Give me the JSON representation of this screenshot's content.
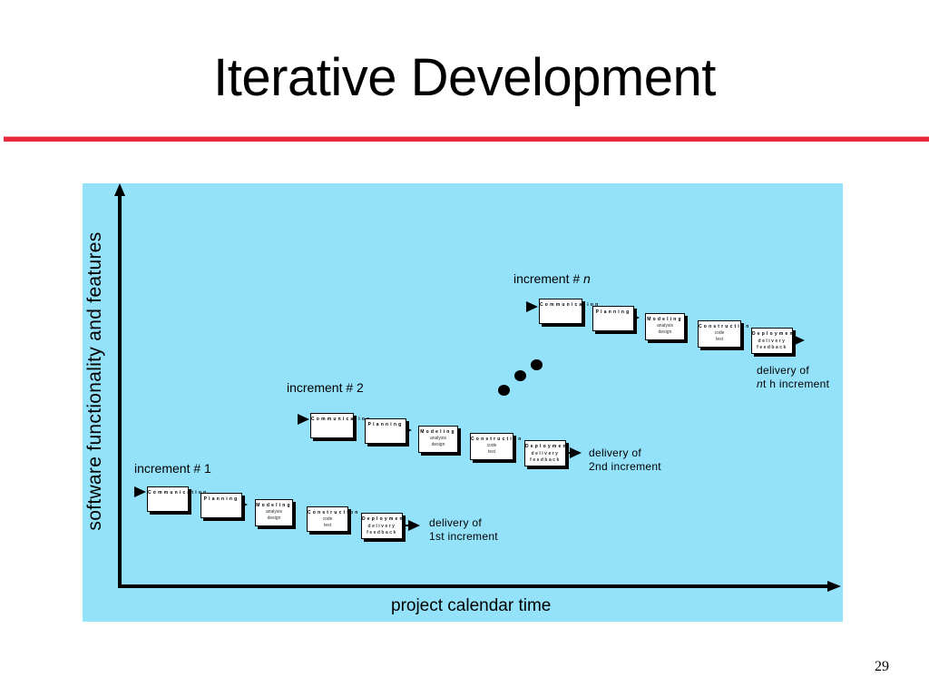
{
  "slide": {
    "title": "Iterative Development",
    "page_number": "29"
  },
  "diagram": {
    "y_axis_label": "software functionality and features",
    "x_axis_label": "project calendar time",
    "increments": [
      {
        "label_prefix": "increment # ",
        "label_suffix": "1",
        "delivery_line1": "delivery of",
        "delivery_line2": "1st  increment",
        "activities": {
          "communication": "Communication",
          "planning": "Planning",
          "modeling": "Modeling",
          "modeling_sub1": "analysis",
          "modeling_sub2": "design",
          "construction": "Construction",
          "construction_sub1": "code",
          "construction_sub2": "test",
          "deployment": "Deployment",
          "deployment_sub1": "delivery",
          "deployment_sub2": "feedback"
        }
      },
      {
        "label_prefix": "increment # ",
        "label_suffix": "2",
        "delivery_line1": "delivery of",
        "delivery_line2": "2nd increment",
        "activities": {
          "communication": "Communication",
          "planning": "Planning",
          "modeling": "Modeling",
          "modeling_sub1": "analysis",
          "modeling_sub2": "design",
          "construction": "Construction",
          "construction_sub1": "code",
          "construction_sub2": "test",
          "deployment": "Deployment",
          "deployment_sub1": "delivery",
          "deployment_sub2": "feedback"
        }
      },
      {
        "label_prefix": "increment # ",
        "label_suffix": "n",
        "delivery_line1": "delivery of",
        "delivery_line2_italic": "n",
        "delivery_line2_rest": "t h increment",
        "activities": {
          "communication": "Communication",
          "planning": "Planning",
          "modeling": "Modeling",
          "modeling_sub1": "analysis",
          "modeling_sub2": "design",
          "construction": "Construction",
          "construction_sub1": "code",
          "construction_sub2": "test",
          "deployment": "Deployment",
          "deployment_sub1": "delivery",
          "deployment_sub2": "feedback"
        }
      }
    ]
  }
}
